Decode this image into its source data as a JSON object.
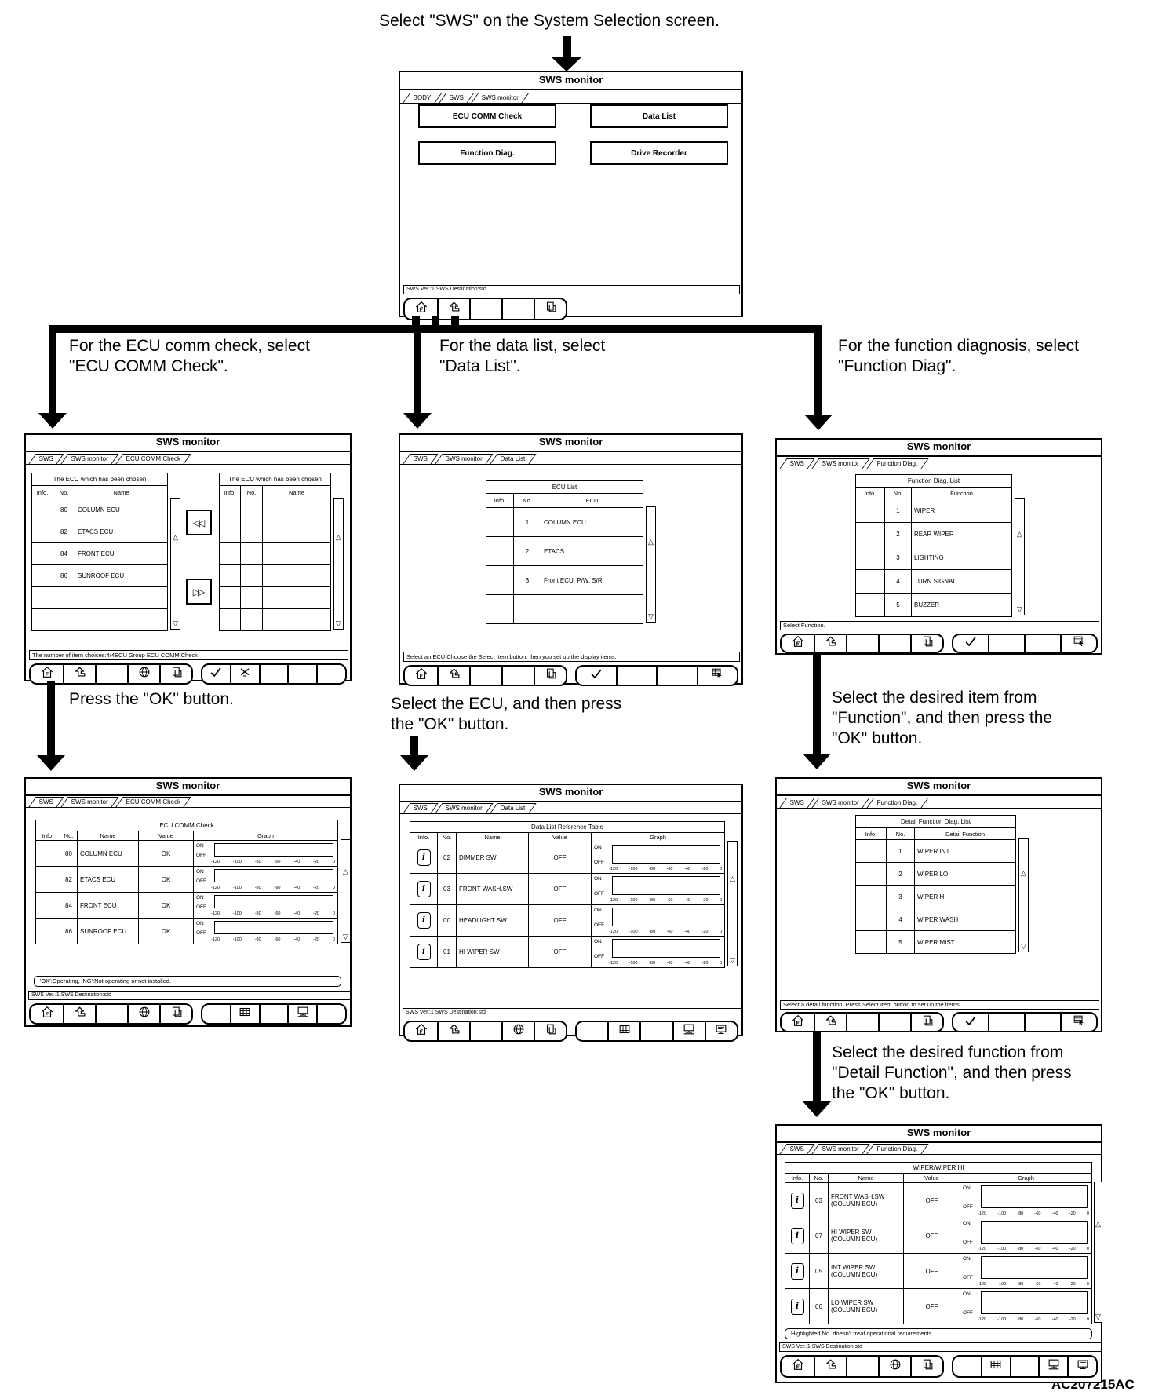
{
  "texts": {
    "top": "Select \"SWS\" on the System Selection screen.",
    "branch_ecu": "For the ECU comm check, select\n\"ECU COMM Check\".",
    "branch_data": "For the data list, select\n\"Data List\".",
    "branch_func": "For the function diagnosis, select\n\"Function Diag\".",
    "press_ok": "Press the \"OK\" button.",
    "select_ecu": "Select the ECU, and then press\nthe \"OK\" button.",
    "select_item": "Select the desired item from\n\"Function\", and then press the\n\"OK\" button.",
    "select_detail": "Select the desired function from\n\"Detail Function\", and then press\nthe \"OK\" button.",
    "figure_code": "AC207215AC"
  },
  "ui": {
    "scroll_up": "△",
    "scroll_down": "▽",
    "info_glyph": "i"
  },
  "colors": {
    "ink": "#000000",
    "paper": "#ffffff"
  },
  "screens": {
    "main": {
      "title": "SWS monitor",
      "tabs": [
        "BODY",
        "SWS",
        "SWS monitor"
      ],
      "buttons": [
        "ECU COMM Check",
        "Data List",
        "Function Diag.",
        "Drive Recorder"
      ],
      "version_bar": "SWS Ver.:1 SWS Destination:std",
      "toolbar": {
        "groups": [
          [
            "home-icon",
            "return-icon",
            "",
            "",
            "page-icon"
          ]
        ]
      }
    },
    "ecu_select": {
      "title": "SWS monitor",
      "tabs": [
        "SWS",
        "SWS monitor",
        "ECU COMM Check"
      ],
      "left_table": {
        "title": "The ECU which has been chosen",
        "columns": [
          "Info.",
          "No.",
          "Name"
        ],
        "rows": [
          [
            "",
            "80",
            "COLUMN ECU"
          ],
          [
            "",
            "82",
            "ETACS ECU"
          ],
          [
            "",
            "84",
            "FRONT ECU"
          ],
          [
            "",
            "86",
            "SUNROOF ECU"
          ],
          [
            "",
            "",
            ""
          ],
          [
            "",
            "",
            ""
          ]
        ]
      },
      "right_table": {
        "title": "The ECU which has been chosen",
        "columns": [
          "Info.",
          "No.",
          "Name"
        ],
        "rows": [
          [
            "",
            "",
            ""
          ],
          [
            "",
            "",
            ""
          ],
          [
            "",
            "",
            ""
          ],
          [
            "",
            "",
            ""
          ],
          [
            "",
            "",
            ""
          ],
          [
            "",
            "",
            ""
          ]
        ]
      },
      "transfer": [
        "◁◁",
        "▷▷"
      ],
      "status": "The number of item choices:4/4ECU  Group ECU COMM Check",
      "toolbar": {
        "groups": [
          [
            "home-icon",
            "return-icon",
            "",
            "globe-icon",
            "page-icon"
          ],
          [
            "check-icon",
            "cross-icon",
            "",
            "",
            ""
          ]
        ]
      }
    },
    "data_ecu": {
      "title": "SWS monitor",
      "tabs": [
        "SWS",
        "SWS monitor",
        "Data List"
      ],
      "table": {
        "title": "ECU List",
        "columns": [
          "Info.",
          "No.",
          "ECU"
        ],
        "rows": [
          [
            "",
            "1",
            "COLUMN ECU"
          ],
          [
            "",
            "2",
            "ETACS"
          ],
          [
            "",
            "3",
            "Front ECU, P/W, S/R"
          ],
          [
            "",
            "",
            ""
          ]
        ]
      },
      "status": "Select an ECU.Choose the Select Item button, then you set up the display items.",
      "toolbar": {
        "groups": [
          [
            "home-icon",
            "return-icon",
            "",
            "",
            "page-icon"
          ],
          [
            "check-icon",
            "",
            "",
            "select-item-icon"
          ]
        ]
      }
    },
    "func_list": {
      "title": "SWS monitor",
      "tabs": [
        "SWS",
        "SWS monitor",
        "Function Diag."
      ],
      "table": {
        "title": "Function Diag. List",
        "columns": [
          "Info.",
          "No.",
          "Function"
        ],
        "rows": [
          [
            "",
            "1",
            "WIPER"
          ],
          [
            "",
            "2",
            "REAR WIPER"
          ],
          [
            "",
            "3",
            "LIGHTING"
          ],
          [
            "",
            "4",
            "TURN SIGNAL"
          ],
          [
            "",
            "5",
            "BUZZER"
          ]
        ]
      },
      "status": "Select Function.",
      "toolbar": {
        "groups": [
          [
            "home-icon",
            "return-icon",
            "",
            "",
            "page-icon"
          ],
          [
            "check-icon",
            "",
            "",
            "select-item-icon"
          ]
        ]
      }
    },
    "ecu_result": {
      "title": "SWS monitor",
      "tabs": [
        "SWS",
        "SWS monitor",
        "ECU COMM Check"
      ],
      "table": {
        "title": "ECU COMM Check",
        "columns": [
          "Info.",
          "No.",
          "Name",
          "Value",
          "Graph"
        ],
        "graph": {
          "on": "ON",
          "off": "OFF",
          "ticks": [
            "-120",
            "-100",
            "-80",
            "-60",
            "-40",
            "-20",
            "0"
          ]
        },
        "rows": [
          {
            "info": false,
            "no": "80",
            "name": "COLUMN ECU",
            "value": "OK"
          },
          {
            "info": false,
            "no": "82",
            "name": "ETACS ECU",
            "value": "OK"
          },
          {
            "info": false,
            "no": "84",
            "name": "FRONT ECU",
            "value": "OK"
          },
          {
            "info": false,
            "no": "86",
            "name": "SUNROOF ECU",
            "value": "OK"
          }
        ]
      },
      "note": "'OK':Operating, 'NG':Not operating or not installed.",
      "version_bar": "SWS Ver.:1 SWS Destination:std",
      "toolbar": {
        "groups": [
          [
            "home-icon",
            "return-icon",
            "",
            "globe-icon",
            "page-icon"
          ],
          [
            "",
            "grid-icon",
            "",
            "monitor-icon",
            ""
          ]
        ]
      }
    },
    "data_ref": {
      "title": "SWS monitor",
      "tabs": [
        "SWS",
        "SWS monitor",
        "Data List"
      ],
      "table": {
        "title": "Data List Reference Table",
        "columns": [
          "Info.",
          "No.",
          "Name",
          "Value",
          "Graph"
        ],
        "graph": {
          "on": "ON",
          "off": "OFF",
          "ticks": [
            "-120",
            "-100",
            "-80",
            "-60",
            "-40",
            "-20",
            "0"
          ]
        },
        "rows": [
          {
            "info": true,
            "no": "02",
            "name": "DIMMER SW",
            "value": "OFF"
          },
          {
            "info": true,
            "no": "03",
            "name": "FRONT WASH.SW",
            "value": "OFF"
          },
          {
            "info": true,
            "no": "00",
            "name": "HEADLIGHT SW",
            "value": "OFF"
          },
          {
            "info": true,
            "no": "01",
            "name": "HI WIPER SW",
            "value": "OFF"
          }
        ]
      },
      "version_bar": "SWS Ver.:1 SWS Destination:std",
      "toolbar": {
        "groups": [
          [
            "home-icon",
            "return-icon",
            "",
            "globe-icon",
            "page-icon"
          ],
          [
            "",
            "grid-icon",
            "",
            "monitor-icon",
            "display-icon"
          ]
        ]
      }
    },
    "detail_func": {
      "title": "SWS monitor",
      "tabs": [
        "SWS",
        "SWS monitor",
        "Function Diag."
      ],
      "table": {
        "title": "Detail Function Diag. List",
        "columns": [
          "Info.",
          "No.",
          "Detail Function"
        ],
        "rows": [
          [
            "",
            "1",
            "WIPER INT"
          ],
          [
            "",
            "2",
            "WIPER LO"
          ],
          [
            "",
            "3",
            "WIPER HI"
          ],
          [
            "",
            "4",
            "WIPER WASH"
          ],
          [
            "",
            "5",
            "WIPER MIST"
          ]
        ]
      },
      "status": "Select a detail function. Press Select Item button to set up the items.",
      "toolbar": {
        "groups": [
          [
            "home-icon",
            "return-icon",
            "",
            "",
            "page-icon"
          ],
          [
            "check-icon",
            "",
            "",
            "select-item-icon"
          ]
        ]
      }
    },
    "wiper_hi": {
      "title": "SWS monitor",
      "tabs": [
        "SWS",
        "SWS monitor",
        "Function Diag."
      ],
      "table": {
        "title": "WIPER/WIPER HI",
        "columns": [
          "Info.",
          "No.",
          "Name",
          "Value",
          "Graph"
        ],
        "graph": {
          "on": "ON",
          "off": "OFF",
          "ticks": [
            "-120",
            "-100",
            "-80",
            "-60",
            "-40",
            "-20",
            "0"
          ]
        },
        "rows": [
          {
            "info": true,
            "no": "03",
            "name": "FRONT WASH.SW\n(COLUMN ECU)",
            "value": "OFF"
          },
          {
            "info": true,
            "no": "07",
            "name": "HI WIPER SW\n(COLUMN ECU)",
            "value": "OFF"
          },
          {
            "info": true,
            "no": "05",
            "name": "INT WIPER SW\n(COLUMN ECU)",
            "value": "OFF"
          },
          {
            "info": true,
            "no": "06",
            "name": "LO WIPER SW\n(COLUMN ECU)",
            "value": "OFF"
          }
        ]
      },
      "note": "Highlighted No. doesn't treat operational requirements.",
      "version_bar": "SWS Ver.:1 SWS Destination:std",
      "toolbar": {
        "groups": [
          [
            "home-icon",
            "return-icon",
            "",
            "globe-icon",
            "page-icon"
          ],
          [
            "",
            "grid-icon",
            "",
            "monitor-icon",
            "display-icon"
          ]
        ]
      }
    }
  }
}
